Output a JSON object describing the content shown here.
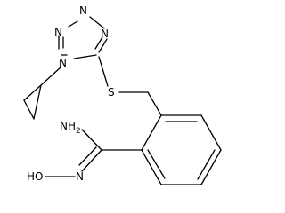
{
  "molecule": {
    "atoms": {
      "n1": "N",
      "n2": "N",
      "n3": "N",
      "n4": "N",
      "s": "S",
      "nh2": "NH",
      "nh2_sub": "2",
      "ho": "HO",
      "n_oxime": "N"
    }
  }
}
